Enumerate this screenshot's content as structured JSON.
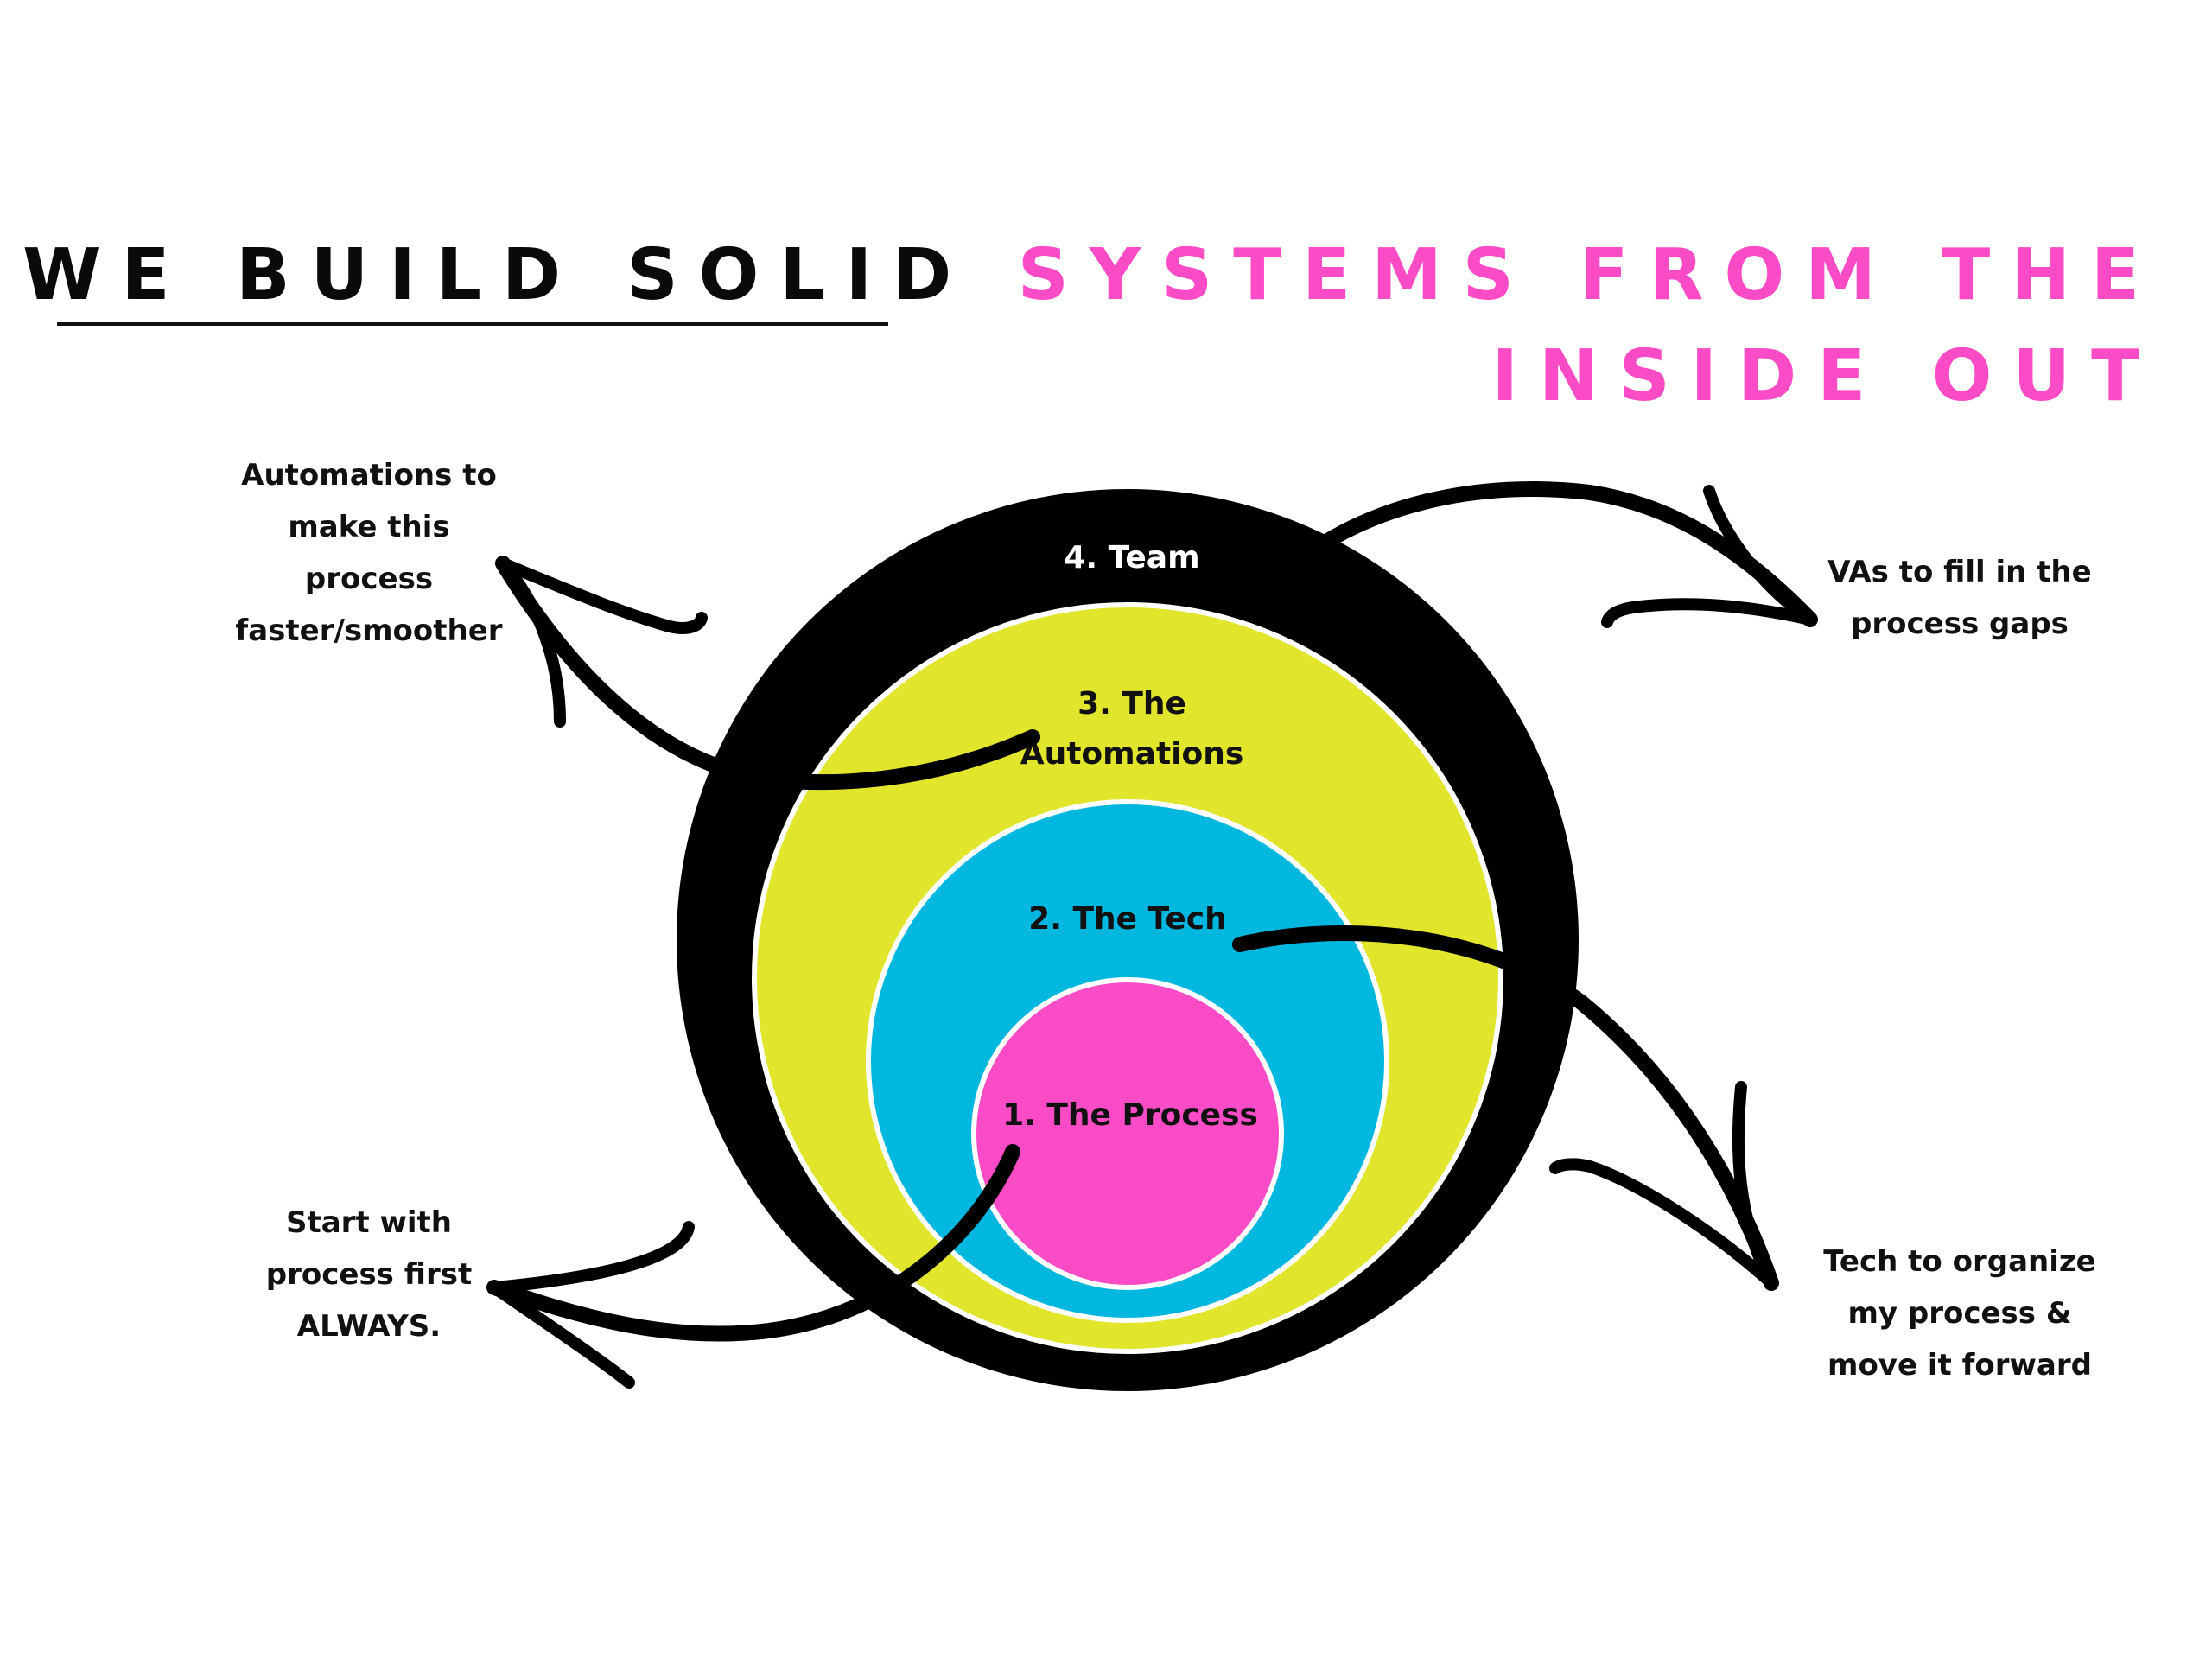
{
  "title": {
    "line1_dark": "WE BUILD SOLID",
    "line1_pink": "SYSTEMS FROM THE",
    "line2_pink": "INSIDE OUT"
  },
  "rings": [
    {
      "label": "4. Team",
      "color": "#000000",
      "label_color": "#ffffff"
    },
    {
      "label_line1": "3. The",
      "label_line2": "Automations",
      "color": "#e1e62d",
      "label_color": "#111111"
    },
    {
      "label": "2. The Tech",
      "color": "#00b7e0",
      "label_color": "#111111"
    },
    {
      "label": "1. The Process",
      "color": "#fb4bc6",
      "label_color": "#111111"
    }
  ],
  "notes": {
    "automations": [
      "Automations to",
      "make this",
      "process",
      "faster/smoother"
    ],
    "vas": [
      "VAs to fill in the",
      "process gaps"
    ],
    "process": [
      "Start with",
      "process first",
      "ALWAYS."
    ],
    "tech": [
      "Tech to organize",
      "my process &",
      "move it forward"
    ]
  },
  "colors": {
    "title_dark": "#0a0a0a",
    "title_pink": "#fb4bc6",
    "arrow": "#000000"
  }
}
